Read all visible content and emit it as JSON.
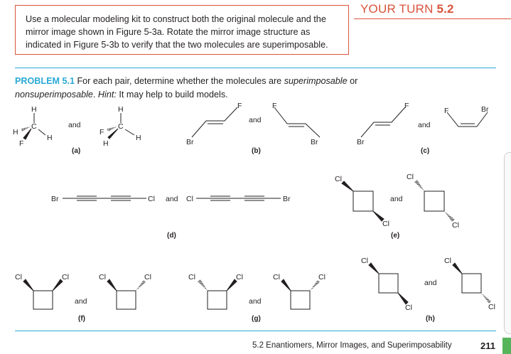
{
  "your_turn": {
    "label": "YOUR TURN",
    "number": "5.2",
    "text": "Use a molecular modeling kit to construct both the original molecule and the mirror image shown in Figure 5-3a. Rotate the mirror image structure as indicated in Figure 5-3b to verify that the two molecules are superimposable."
  },
  "problem": {
    "number": "PROBLEM 5.1",
    "text_1": " For each pair, determine whether the molecules are ",
    "term_1": "superimposable",
    "text_2": " or ",
    "term_2": "nonsuperimposable",
    "text_3": ". ",
    "hint_label": "Hint:",
    "hint_text": " It may help to build models."
  },
  "figures": {
    "a": {
      "caption": "(a)",
      "and": "and",
      "m1": {
        "H_top": "H",
        "C": "C",
        "H_hashed": "H",
        "H_right": "H",
        "F_wedge": "F"
      },
      "m2": {
        "H_top": "H",
        "C": "C",
        "F_hashed": "F",
        "H_right": "H",
        "H_wedge": "H"
      }
    },
    "b": {
      "caption": "(b)",
      "and": "and",
      "m1_f": "F",
      "m1_br": "Br",
      "m2_f": "F",
      "m2_br": "Br"
    },
    "c": {
      "caption": "(c)",
      "and": "and",
      "m1_f": "F",
      "m1_br": "Br",
      "m2_f": "F",
      "m2_br": "Br"
    },
    "d": {
      "caption": "(d)",
      "and": "and",
      "m1_left": "Br",
      "m1_right": "Cl",
      "m2_left": "Cl",
      "m2_right": "Br"
    },
    "e": {
      "caption": "(e)",
      "and": "and",
      "m1_top": "Cl",
      "m1_bottom": "Cl",
      "m2_top": "Cl",
      "m2_bottom": "Cl"
    },
    "f": {
      "caption": "(f)",
      "and": "and",
      "m1_left": "Cl",
      "m1_right": "Cl",
      "m2_left": "Cl",
      "m2_right": "Cl"
    },
    "g": {
      "caption": "(g)",
      "and": "and",
      "m1_left": "Cl",
      "m1_right": "Cl",
      "m2_left": "Cl",
      "m2_right": "Cl"
    },
    "h": {
      "caption": "(h)",
      "and": "and",
      "m1_top": "Cl",
      "m1_bottom": "Cl",
      "m2_top": "Cl",
      "m2_bottom": "Cl"
    }
  },
  "footer": {
    "section_title": "5.2 Enantiomers, Mirror Images, and Superimposability",
    "page_number": "211"
  },
  "colors": {
    "accent_red": "#d9543c",
    "accent_blue": "#29a9d6",
    "tab_green": "#56b45a"
  }
}
